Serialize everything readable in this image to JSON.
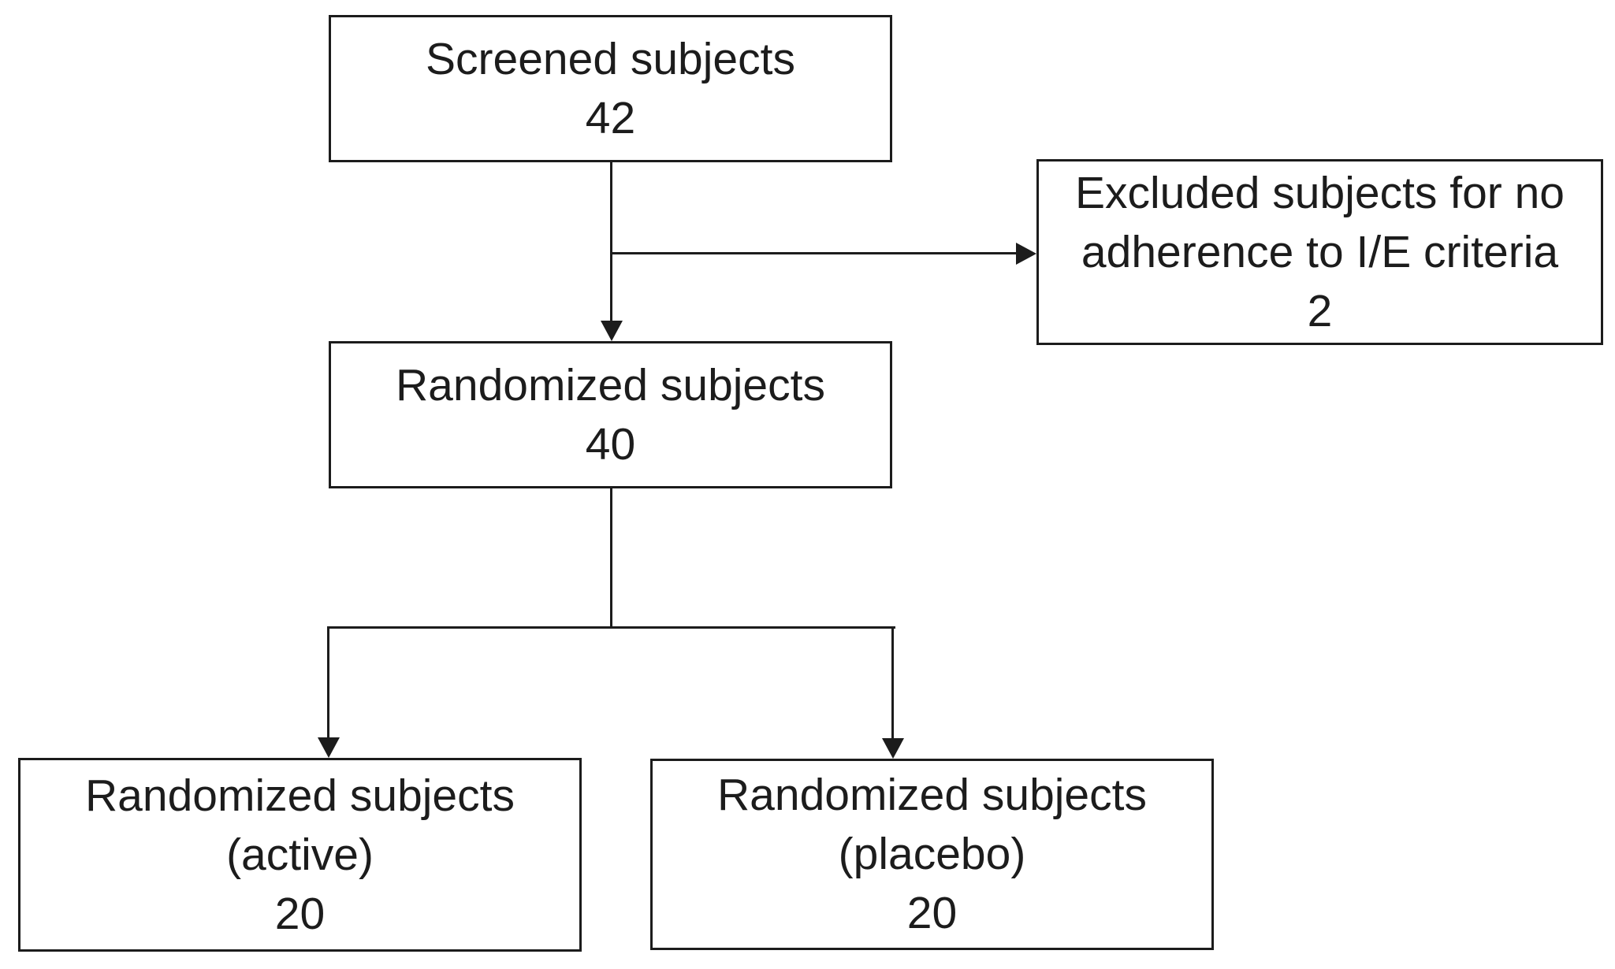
{
  "diagram": {
    "type": "flowchart",
    "title_hint": "subject disposition flow diagram",
    "colors": {
      "background": "#ffffff",
      "box_border": "#1c1c1c",
      "text": "#1c1c1c",
      "connector": "#1c1c1c"
    },
    "nodes": {
      "screened": {
        "label": "Screened subjects",
        "count": "42"
      },
      "excluded": {
        "label_line1": "Excluded subjects for no",
        "label_line2": "adherence to I/E criteria",
        "count": "2"
      },
      "randomized": {
        "label": "Randomized subjects",
        "count": "40"
      },
      "active": {
        "label": "Randomized subjects",
        "sublabel": "(active)",
        "count": "20"
      },
      "placebo": {
        "label": "Randomized subjects",
        "sublabel": "(placebo)",
        "count": "20"
      }
    },
    "edges": [
      {
        "from": "screened",
        "to": "randomized",
        "style": "arrow-down"
      },
      {
        "from": "screened-to-randomized-connector",
        "to": "excluded",
        "style": "arrow-right"
      },
      {
        "from": "randomized",
        "to": "active",
        "style": "arrow-down"
      },
      {
        "from": "randomized",
        "to": "placebo",
        "style": "arrow-down"
      }
    ]
  }
}
